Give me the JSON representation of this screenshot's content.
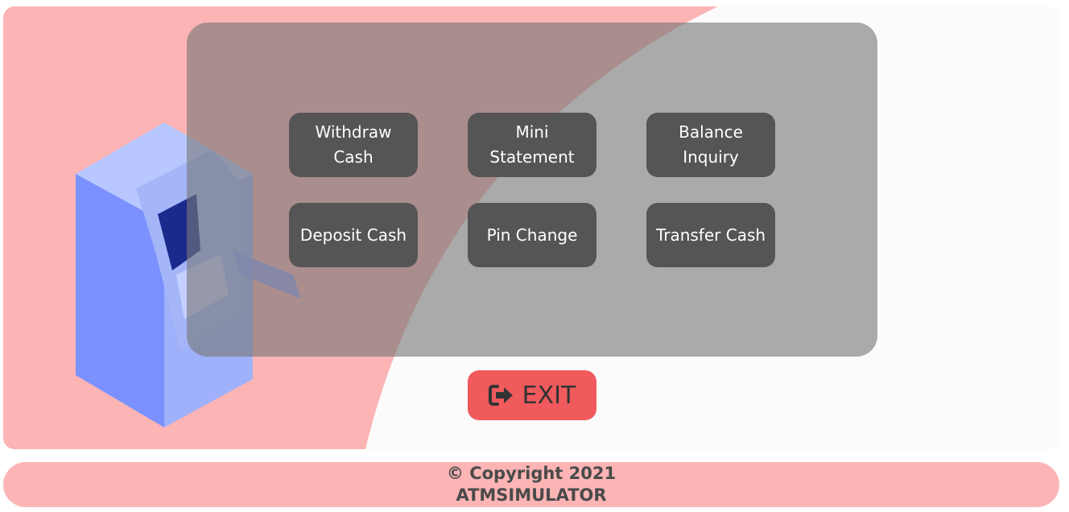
{
  "menu": {
    "buttons": [
      {
        "id": "withdraw",
        "label": "Withdraw\nCash"
      },
      {
        "id": "mini",
        "label": "Mini\nStatement"
      },
      {
        "id": "balance",
        "label": "Balance\nInquiry"
      },
      {
        "id": "deposit",
        "label": "Deposit Cash"
      },
      {
        "id": "pin",
        "label": "Pin Change"
      },
      {
        "id": "transfer",
        "label": "Transfer Cash"
      }
    ]
  },
  "exit": {
    "label": "EXIT",
    "icon": "sign-out-icon"
  },
  "footer": {
    "copyright": "© Copyright 2021",
    "app_name": "ATMSIMULATOR"
  },
  "colors": {
    "pink_accent": "#fcb4b4",
    "button_dark": "#555555",
    "exit_red": "#f05a5d",
    "panel_gray": "#8a8a8a"
  }
}
